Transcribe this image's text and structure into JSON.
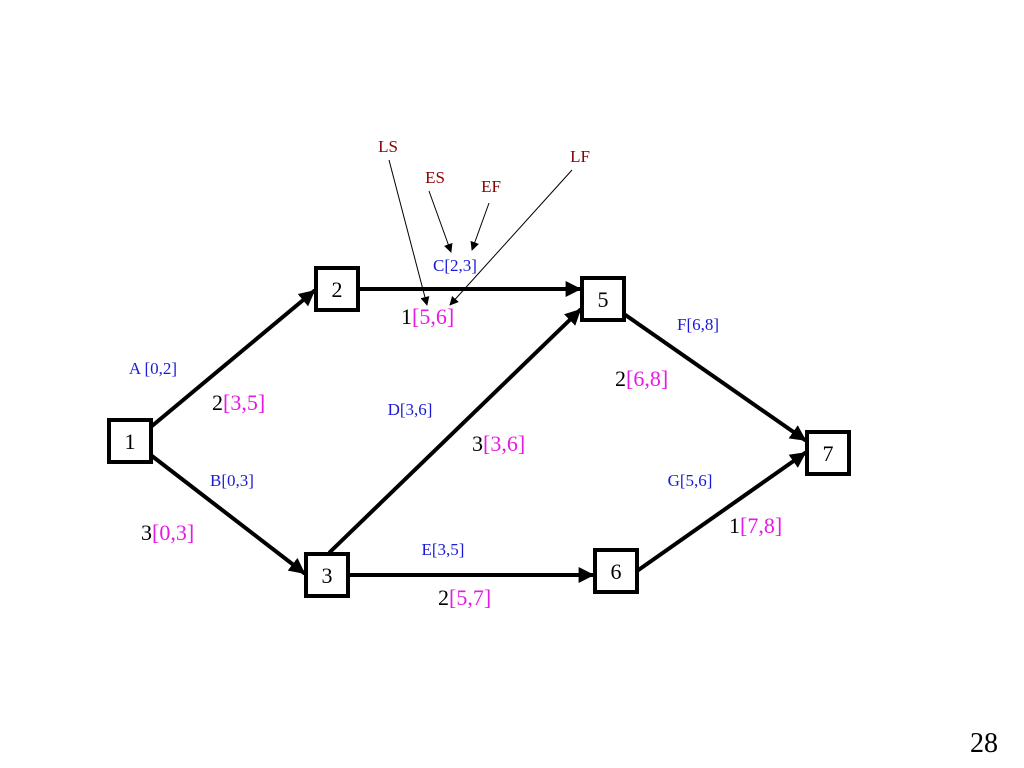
{
  "colors": {
    "activity": "#1a1ad6",
    "timing": "#e619e6",
    "duration": "#000000",
    "annotation": "#8b0000",
    "edge": "#000000"
  },
  "nodes": [
    {
      "id": "1",
      "label": "1"
    },
    {
      "id": "2",
      "label": "2"
    },
    {
      "id": "3",
      "label": "3"
    },
    {
      "id": "5",
      "label": "5"
    },
    {
      "id": "6",
      "label": "6"
    },
    {
      "id": "7",
      "label": "7"
    }
  ],
  "edges": [
    {
      "key": "a",
      "from": "1",
      "to": "2",
      "activity": "A [0,2]",
      "duration": "2",
      "late": "[3,5]"
    },
    {
      "key": "b",
      "from": "1",
      "to": "3",
      "activity": "B[0,3]",
      "duration": "3",
      "late": "[0,3]"
    },
    {
      "key": "c",
      "from": "2",
      "to": "5",
      "activity": "C[2,3]",
      "duration": "1",
      "late": "[5,6]"
    },
    {
      "key": "d",
      "from": "3",
      "to": "5",
      "activity": "D[3,6]",
      "duration": "3",
      "late": "[3,6]"
    },
    {
      "key": "e",
      "from": "3",
      "to": "6",
      "activity": "E[3,5]",
      "duration": "2",
      "late": "[5,7]"
    },
    {
      "key": "f",
      "from": "5",
      "to": "7",
      "activity": "F[6,8]",
      "duration": "2",
      "late": "[6,8]"
    },
    {
      "key": "g",
      "from": "6",
      "to": "7",
      "activity": "G[5,6]",
      "duration": "1",
      "late": "[7,8]"
    }
  ],
  "annotations": [
    {
      "key": "ls",
      "text": "LS"
    },
    {
      "key": "es",
      "text": "ES"
    },
    {
      "key": "ef",
      "text": "EF"
    },
    {
      "key": "lf",
      "text": "LF"
    }
  ],
  "page_number": "28"
}
